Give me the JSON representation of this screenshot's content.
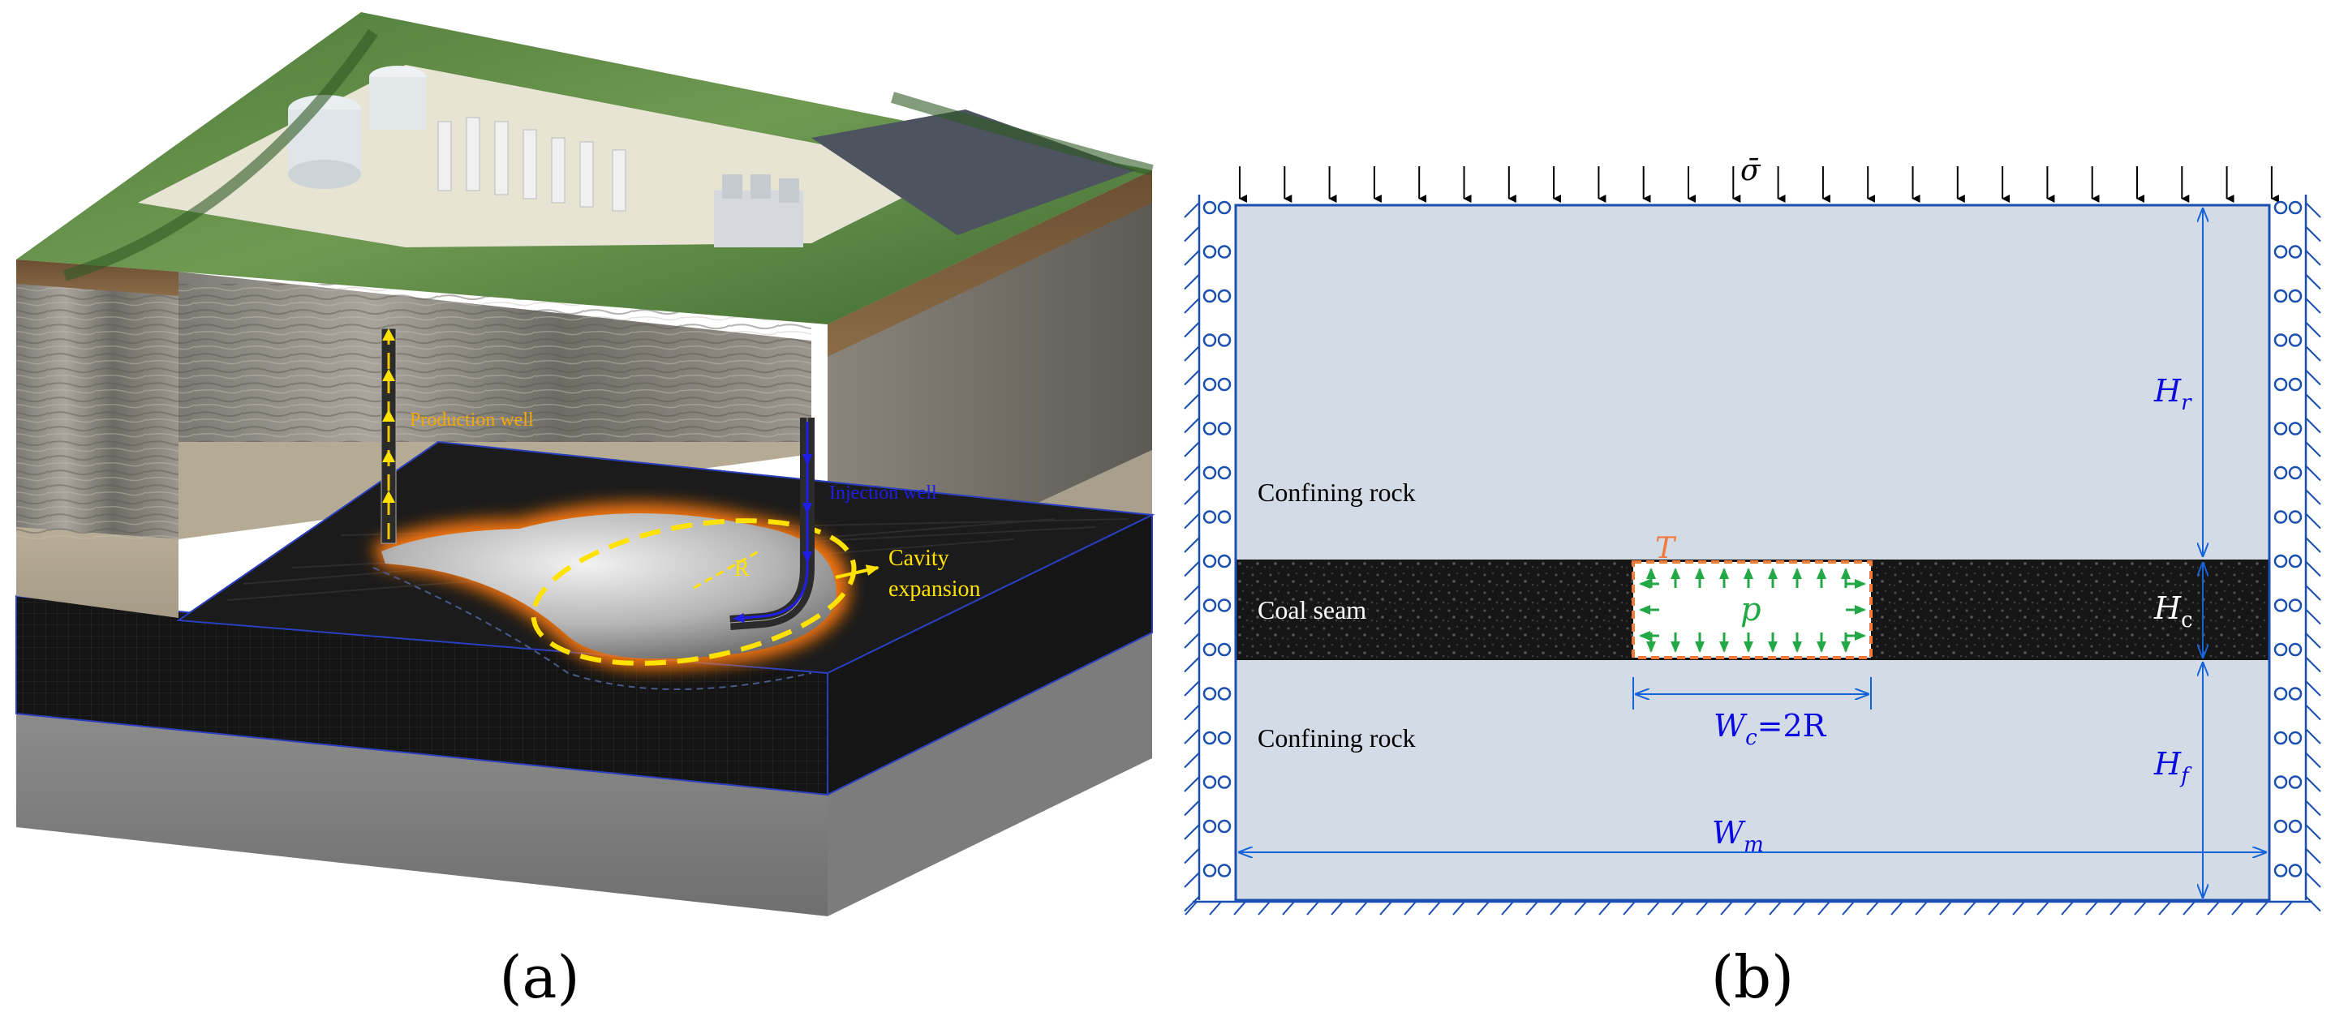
{
  "panel_a": {
    "caption": "(a)",
    "labels": {
      "production_well": "Production well",
      "injection_well": "Injection well",
      "radius": "R",
      "cavity_line1": "Cavity",
      "cavity_line2": "expansion"
    },
    "colors": {
      "production": "#f5a800",
      "injection": "#1e1ee6",
      "cavity_ellipse": "#ffe200",
      "glow": "#ff7a10"
    }
  },
  "panel_b": {
    "caption": "(b)",
    "sigma": "σ̄",
    "confining_rock_top": "Confining rock",
    "coal_seam": "Coal seam",
    "confining_rock_bottom": "Confining rock",
    "traction": "T",
    "pressure": "p",
    "hr_main": "H",
    "hr_sub": "r",
    "hc_main": "H",
    "hc_sub": "c",
    "hf_main": "H",
    "hf_sub": "f",
    "wc_main": "W",
    "wc_sub": "c",
    "wc_rest": "=2R",
    "wm_main": "W",
    "wm_sub": "m",
    "colors": {
      "rock": "#d3dbe6",
      "coal": "#1a1a1a",
      "dimension": "#1463d8",
      "border": "#1a4fb0",
      "cavity_border": "#f07a3a",
      "pressure_arrow": "#22a844",
      "label_blue": "#0a0ae0"
    }
  }
}
